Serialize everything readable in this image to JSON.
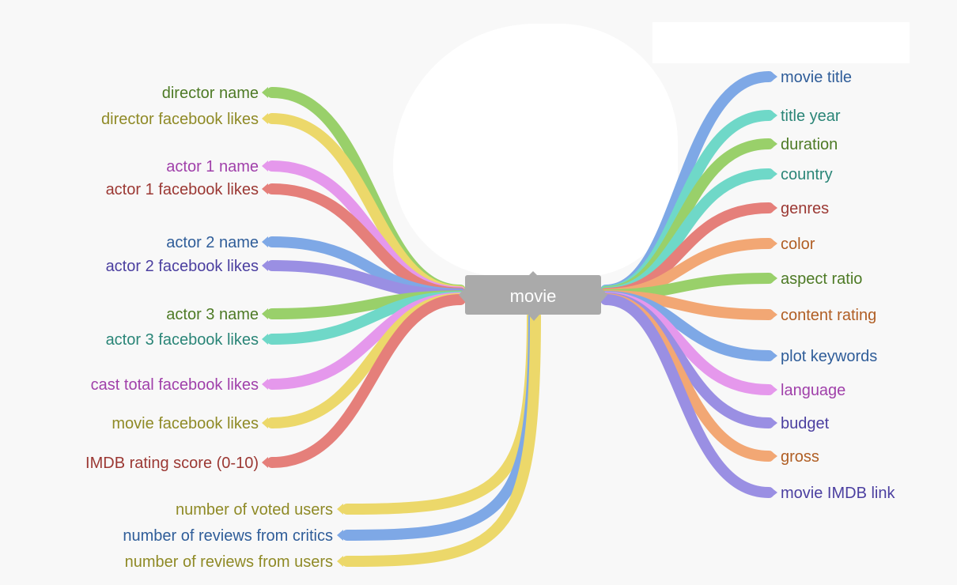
{
  "root": {
    "label": "movie"
  },
  "colors": {
    "green": "#99d06a",
    "yellow": "#ecd86a",
    "pink": "#e598ec",
    "red": "#e57f7a",
    "blue": "#7ea8e6",
    "purple": "#9a8fe3",
    "teal": "#6fd8c8",
    "orange": "#f2a774",
    "root_fill": "#aaaaaa"
  },
  "left_fields": [
    {
      "label": "director name",
      "color": "green",
      "text_color": "#4d7a25"
    },
    {
      "label": "director facebook likes",
      "color": "yellow",
      "text_color": "#8f8a26"
    },
    {
      "label": "actor 1 name",
      "color": "pink",
      "text_color": "#a040aa"
    },
    {
      "label": "actor 1 facebook likes",
      "color": "red",
      "text_color": "#9b3833"
    },
    {
      "label": "actor 2 name",
      "color": "blue",
      "text_color": "#2f5d99"
    },
    {
      "label": "actor 2 facebook likes",
      "color": "purple",
      "text_color": "#4b3fa0"
    },
    {
      "label": "actor 3 name",
      "color": "green",
      "text_color": "#4d7a25"
    },
    {
      "label": "actor 3 facebook likes",
      "color": "teal",
      "text_color": "#2a8577"
    },
    {
      "label": "cast total facebook likes",
      "color": "pink",
      "text_color": "#a040aa"
    },
    {
      "label": "movie facebook likes",
      "color": "yellow",
      "text_color": "#8f8a26"
    },
    {
      "label": "IMDB rating score (0-10)",
      "color": "red",
      "text_color": "#9b3833"
    }
  ],
  "bottom_fields": [
    {
      "label": "number of voted users",
      "color": "yellow",
      "text_color": "#8f8a26"
    },
    {
      "label": "number of reviews from critics",
      "color": "blue",
      "text_color": "#2f5d99"
    },
    {
      "label": "number of reviews from users",
      "color": "yellow",
      "text_color": "#8f8a26"
    }
  ],
  "right_fields": [
    {
      "label": "movie title",
      "color": "blue",
      "text_color": "#2f5d99"
    },
    {
      "label": "title year",
      "color": "teal",
      "text_color": "#2a8577"
    },
    {
      "label": "duration",
      "color": "green",
      "text_color": "#4d7a25"
    },
    {
      "label": "country",
      "color": "teal",
      "text_color": "#2a8577"
    },
    {
      "label": "genres",
      "color": "red",
      "text_color": "#9b3833"
    },
    {
      "label": "color",
      "color": "orange",
      "text_color": "#b05e24"
    },
    {
      "label": "aspect ratio",
      "color": "green",
      "text_color": "#4d7a25"
    },
    {
      "label": "content rating",
      "color": "orange",
      "text_color": "#b05e24"
    },
    {
      "label": "plot keywords",
      "color": "blue",
      "text_color": "#2f5d99"
    },
    {
      "label": "language",
      "color": "pink",
      "text_color": "#a040aa"
    },
    {
      "label": "budget",
      "color": "purple",
      "text_color": "#4b3fa0"
    },
    {
      "label": "gross",
      "color": "orange",
      "text_color": "#b05e24"
    },
    {
      "label": "movie IMDB link",
      "color": "purple",
      "text_color": "#4b3fa0"
    }
  ]
}
